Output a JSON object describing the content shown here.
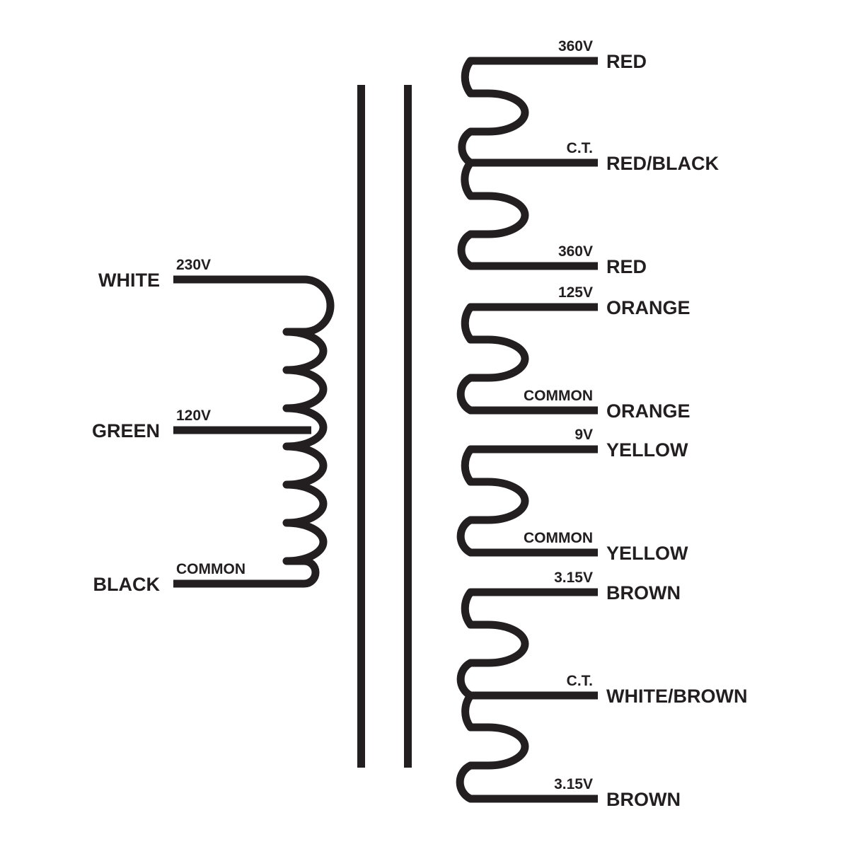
{
  "colors": {
    "ink": "#231f20",
    "background": "#ffffff"
  },
  "primary": {
    "taps": [
      {
        "wire": "WHITE",
        "voltage": "230V"
      },
      {
        "wire": "GREEN",
        "voltage": "120V"
      },
      {
        "wire": "BLACK",
        "voltage": "COMMON"
      }
    ]
  },
  "secondary": {
    "taps": [
      {
        "wire": "RED",
        "voltage": "360V"
      },
      {
        "wire": "RED/BLACK",
        "voltage": "C.T."
      },
      {
        "wire": "RED",
        "voltage": "360V"
      },
      {
        "wire": "ORANGE",
        "voltage": "125V"
      },
      {
        "wire": "ORANGE",
        "voltage": "COMMON"
      },
      {
        "wire": "YELLOW",
        "voltage": "9V"
      },
      {
        "wire": "YELLOW",
        "voltage": "COMMON"
      },
      {
        "wire": "BROWN",
        "voltage": "3.15V"
      },
      {
        "wire": "WHITE/BROWN",
        "voltage": "C.T."
      },
      {
        "wire": "BROWN",
        "voltage": "3.15V"
      }
    ]
  }
}
